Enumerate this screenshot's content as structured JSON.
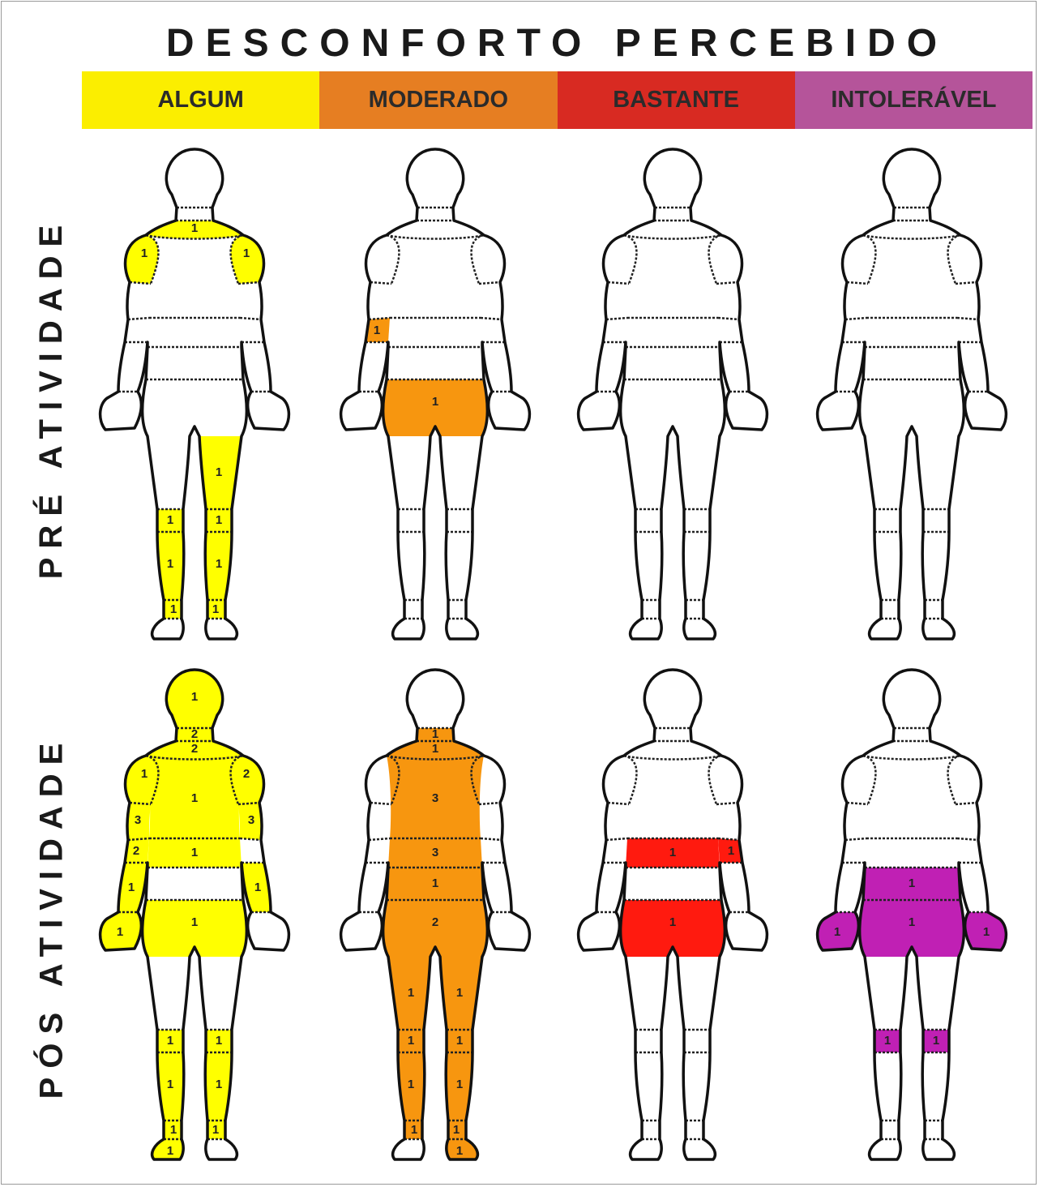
{
  "title": "DESCONFORTO PERCEBIDO",
  "legend": [
    {
      "label": "ALGUM",
      "color": "#fbee00"
    },
    {
      "label": "MODERADO",
      "color": "#e67e22"
    },
    {
      "label": "BASTANTE",
      "color": "#d82a22"
    },
    {
      "label": "INTOLERÁVEL",
      "color": "#b5549a"
    }
  ],
  "body_fill_colors": {
    "algum": "#ffff00",
    "moderado": "#f7960f",
    "bastante": "#ff1a0f",
    "intoleravel": "#c020b4"
  },
  "rows": [
    {
      "label": "PRÉ  ATIVIDADE"
    },
    {
      "label": "PÓS  ATIVIDADE"
    }
  ],
  "figures": [
    {
      "row": 0,
      "level": "algum",
      "regions": [
        {
          "region": "neck_base",
          "count": "1"
        },
        {
          "region": "left_shoulder",
          "count": "1"
        },
        {
          "region": "right_shoulder",
          "count": "1"
        },
        {
          "region": "right_thigh",
          "count": "1"
        },
        {
          "region": "left_knee",
          "count": "1"
        },
        {
          "region": "right_knee",
          "count": "1"
        },
        {
          "region": "left_calf",
          "count": "1"
        },
        {
          "region": "right_calf",
          "count": "1"
        },
        {
          "region": "left_ankle",
          "count": "1"
        },
        {
          "region": "right_ankle",
          "count": "1"
        }
      ]
    },
    {
      "row": 0,
      "level": "moderado",
      "regions": [
        {
          "region": "left_elbow",
          "count": "1"
        },
        {
          "region": "hips",
          "count": "1"
        }
      ]
    },
    {
      "row": 0,
      "level": "bastante",
      "regions": []
    },
    {
      "row": 0,
      "level": "intoleravel",
      "regions": []
    },
    {
      "row": 1,
      "level": "algum",
      "regions": [
        {
          "region": "head",
          "count": "1"
        },
        {
          "region": "neck",
          "count": "2"
        },
        {
          "region": "neck_base",
          "count": "2"
        },
        {
          "region": "left_shoulder",
          "count": "1"
        },
        {
          "region": "right_shoulder",
          "count": "2"
        },
        {
          "region": "upper_back",
          "count": "1"
        },
        {
          "region": "left_upper_arm",
          "count": "3"
        },
        {
          "region": "right_upper_arm",
          "count": "3"
        },
        {
          "region": "left_elbow",
          "count": "2"
        },
        {
          "region": "mid_back",
          "count": "1"
        },
        {
          "region": "left_forearm",
          "count": "1"
        },
        {
          "region": "right_forearm",
          "count": "1"
        },
        {
          "region": "hips",
          "count": "1"
        },
        {
          "region": "left_hand",
          "count": "1"
        },
        {
          "region": "left_knee",
          "count": "1"
        },
        {
          "region": "right_knee",
          "count": "1"
        },
        {
          "region": "left_calf",
          "count": "1"
        },
        {
          "region": "right_calf",
          "count": "1"
        },
        {
          "region": "left_ankle",
          "count": "1"
        },
        {
          "region": "right_ankle",
          "count": "1"
        },
        {
          "region": "left_foot",
          "count": "1"
        }
      ]
    },
    {
      "row": 1,
      "level": "moderado",
      "regions": [
        {
          "region": "neck",
          "count": "1"
        },
        {
          "region": "neck_base",
          "count": "1"
        },
        {
          "region": "upper_back",
          "count": "3"
        },
        {
          "region": "mid_back",
          "count": "3"
        },
        {
          "region": "lower_back",
          "count": "1"
        },
        {
          "region": "hips",
          "count": "2"
        },
        {
          "region": "left_thigh",
          "count": "1"
        },
        {
          "region": "right_thigh",
          "count": "1"
        },
        {
          "region": "left_knee",
          "count": "1"
        },
        {
          "region": "right_knee",
          "count": "1"
        },
        {
          "region": "left_calf",
          "count": "1"
        },
        {
          "region": "right_calf",
          "count": "1"
        },
        {
          "region": "left_ankle",
          "count": "1"
        },
        {
          "region": "right_ankle",
          "count": "1"
        },
        {
          "region": "right_foot",
          "count": "1"
        }
      ]
    },
    {
      "row": 1,
      "level": "bastante",
      "regions": [
        {
          "region": "mid_back",
          "count": "1"
        },
        {
          "region": "right_elbow",
          "count": "1"
        },
        {
          "region": "hips",
          "count": "1"
        }
      ]
    },
    {
      "row": 1,
      "level": "intoleravel",
      "regions": [
        {
          "region": "lower_back",
          "count": "1"
        },
        {
          "region": "hips",
          "count": "1"
        },
        {
          "region": "left_hand",
          "count": "1"
        },
        {
          "region": "right_hand",
          "count": "1"
        },
        {
          "region": "left_knee",
          "count": "1"
        },
        {
          "region": "right_knee",
          "count": "1"
        }
      ]
    }
  ]
}
